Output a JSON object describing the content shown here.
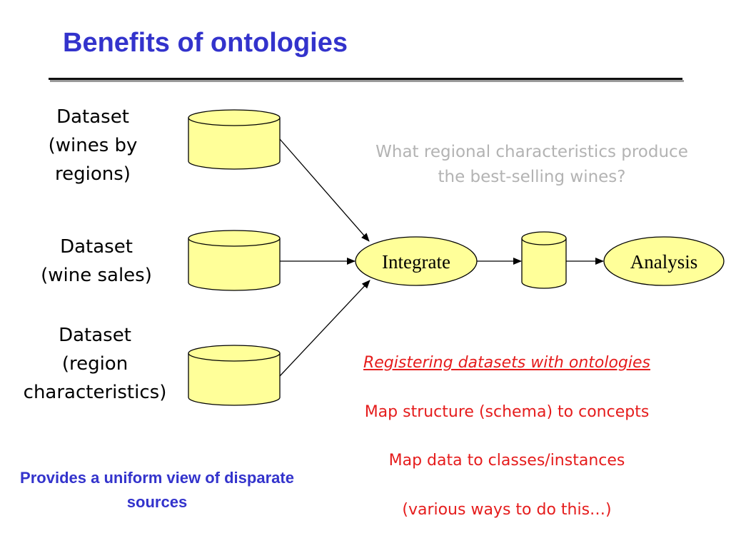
{
  "title": "Benefits of ontologies",
  "datasets": [
    {
      "line1": "Dataset",
      "line2": "(wines by",
      "line3": "regions)"
    },
    {
      "line1": "Dataset",
      "line2": "(wine sales)"
    },
    {
      "line1": "Dataset",
      "line2": "(region",
      "line3": "characteristics)"
    }
  ],
  "nodes": {
    "integrate": "Integrate",
    "analysis": "Analysis"
  },
  "question": "What regional characteristics produce the best-selling wines?",
  "registering": {
    "heading": "Registering datasets with ontologies",
    "items": [
      "Map structure (schema) to concepts",
      "Map data to classes/instances",
      "(various ways to do this…)"
    ]
  },
  "note": "Provides a uniform view of disparate sources",
  "colors": {
    "title": "#3333cc",
    "cylinder_fill": "#ffff99",
    "ellipse_fill": "#ffff99",
    "question_text": "#b3b3b3",
    "red_text": "#e51c1c",
    "note_text": "#3333cc"
  }
}
